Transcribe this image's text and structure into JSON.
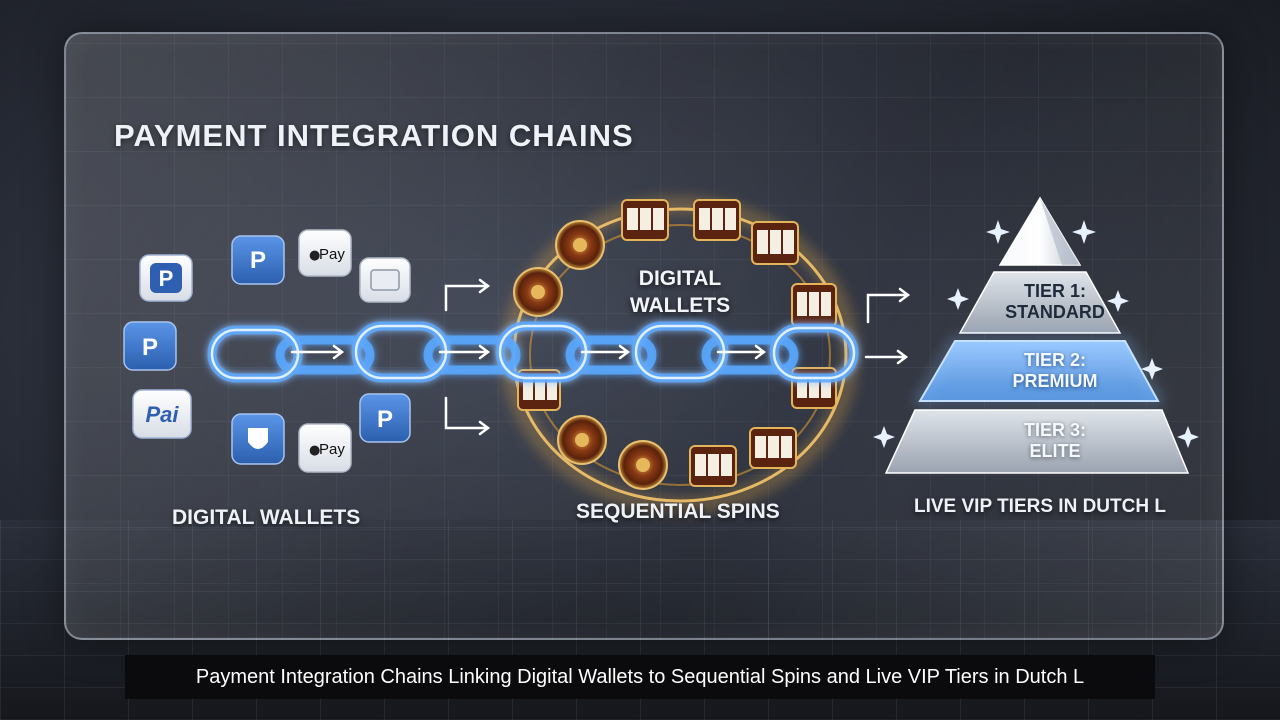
{
  "title": "PAYMENT INTEGRATION CHAINS",
  "sections": {
    "wallets_label": "DIGITAL WALLETS",
    "spins_label": "SEQUENTIAL SPINS",
    "vip_label": "LIVE VIP TIERS IN DUTCH L"
  },
  "ring_label": {
    "line1": "DIGITAL",
    "line2": "WALLETS"
  },
  "tiers": [
    {
      "line1": "TIER 1:",
      "line2": "STANDARD"
    },
    {
      "line1": "TIER 2:",
      "line2": "PREMIUM"
    },
    {
      "line1": "TIER 3:",
      "line2": "ELITE"
    }
  ],
  "wallet_icons": {
    "applepay_text": "Pay",
    "pai_text": "Pai"
  },
  "caption": "Payment Integration Chains Linking Digital Wallets to Sequential Spins and Live VIP Tiers in Dutch L",
  "colors": {
    "chain_glow": "#5aa9ff",
    "ring_gold": "#f0b04a",
    "icon_tile": "#3f7fd8",
    "tier_highlight": "#8fc4ff"
  }
}
